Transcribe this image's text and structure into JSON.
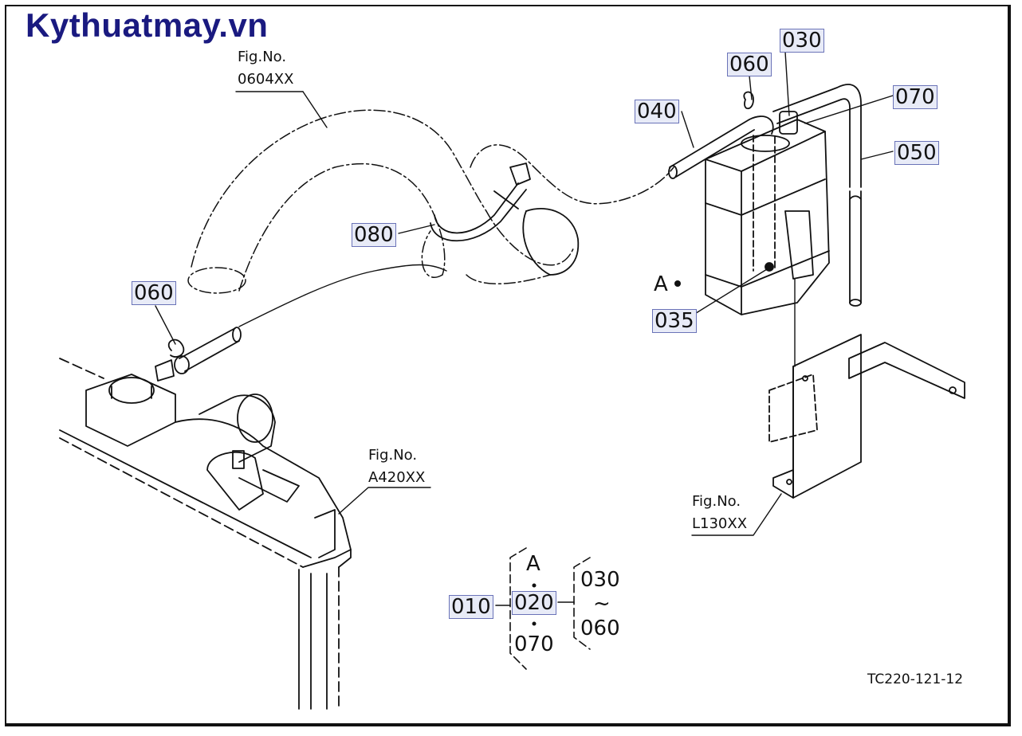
{
  "brand": "Kythuatmay.vn",
  "figure_refs": {
    "hose": {
      "label": "Fig.No.",
      "code": "0604XX"
    },
    "radiator": {
      "label": "Fig.No.",
      "code": "A420XX"
    },
    "bracket": {
      "label": "Fig.No.",
      "code": "L130XX"
    }
  },
  "callouts": {
    "p030": "030",
    "p060_top": "060",
    "p070": "070",
    "p040": "040",
    "p050": "050",
    "p080": "080",
    "p060_left": "060",
    "p035": "035",
    "point_a": "A"
  },
  "assembly": {
    "root": "010",
    "sub": "020",
    "point": "A",
    "tail": "070",
    "range_from": "030",
    "range_sep": "~",
    "range_to": "060"
  },
  "drawing_code": "TC220-121-12",
  "colors": {
    "brand": "#1a1a80",
    "highlight_bg": "#e8ebf7",
    "highlight_border": "#6a73b8"
  }
}
